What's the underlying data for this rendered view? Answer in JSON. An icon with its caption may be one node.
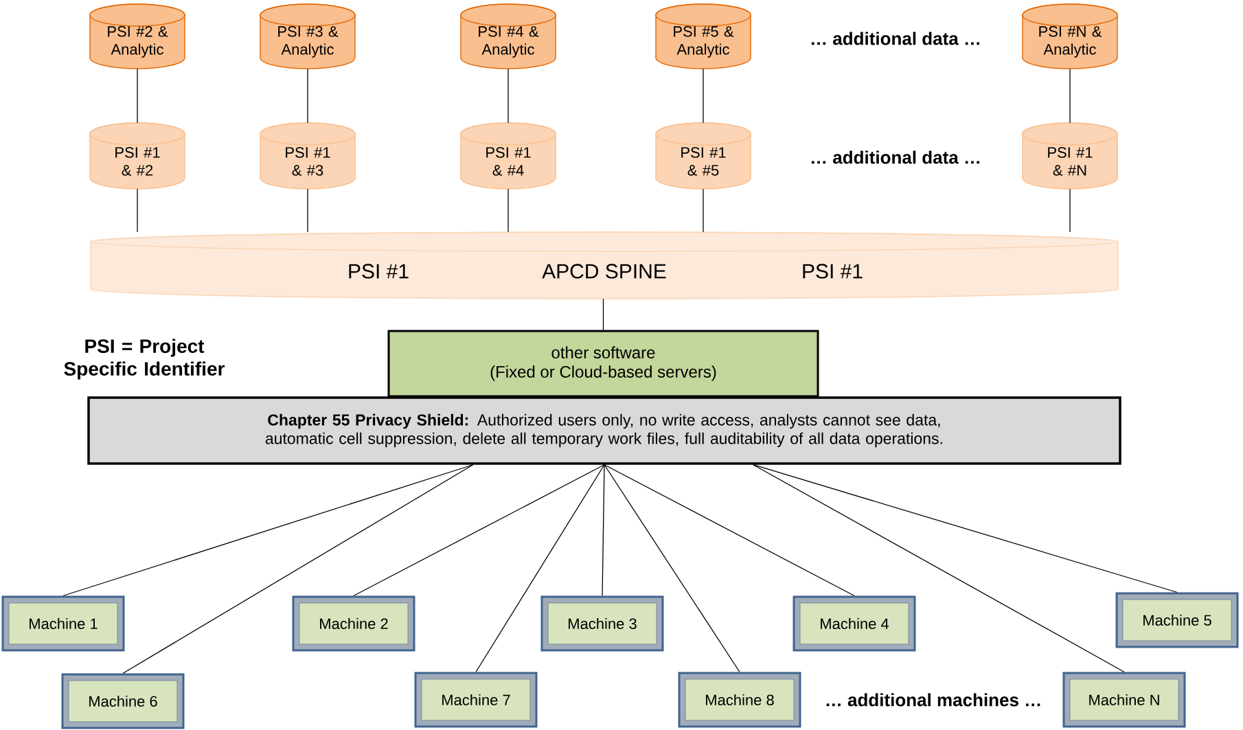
{
  "diagram": {
    "nodes": [
      {
        "text": [
          "PSI #2 & Analytic"
        ]
      },
      {
        "text": [
          "PSI #3 & Analytic"
        ]
      },
      {
        "text": [
          "PSI #4 & Analytic"
        ]
      },
      {
        "text": [
          "PSI #5 & Analytic"
        ]
      },
      {
        "text": [
          "PSI #N & Analytic"
        ]
      },
      {
        "text": [
          "PSI #1 & #2"
        ]
      },
      {
        "text": [
          "PSI #1 & #3"
        ]
      },
      {
        "text": [
          "PSI #1 & #4"
        ]
      },
      {
        "text": [
          "PSI #1 & #5"
        ]
      },
      {
        "text": [
          "PSI #1 & #N"
        ]
      },
      {
        "text": [
          "PSI #1",
          "APCD SPINE",
          "PSI #1"
        ]
      },
      {
        "text": [
          "other software",
          "(Fixed or Cloud-based servers)"
        ]
      },
      {
        "text": [
          "**Chapter 55 Privacy Shield:** Authorized users only, no write access, analysts cannot see data, automatic cell suppression, delete all temporary work files, full auditability of all data operations."
        ]
      },
      {
        "text": [
          "Machine 1"
        ]
      },
      {
        "text": [
          "Machine 2"
        ]
      },
      {
        "text": [
          "Machine 3"
        ]
      },
      {
        "text": [
          "Machine 4"
        ]
      },
      {
        "text": [
          "Machine 5"
        ]
      },
      {
        "text": [
          "Machine 6"
        ]
      },
      {
        "text": [
          "Machine 7"
        ]
      },
      {
        "text": [
          "Machine 8"
        ]
      },
      {
        "text": [
          "Machine N"
        ]
      }
    ],
    "edges": [
      {
        "from": 0,
        "to": 5,
        "arrow": "none"
      },
      {
        "from": 1,
        "to": 6,
        "arrow": "none"
      },
      {
        "from": 2,
        "to": 7,
        "arrow": "none"
      },
      {
        "from": 3,
        "to": 8,
        "arrow": "none"
      },
      {
        "from": 4,
        "to": 9,
        "arrow": "none"
      },
      {
        "from": 5,
        "to": 10,
        "arrow": "none"
      },
      {
        "from": 6,
        "to": 10,
        "arrow": "none"
      },
      {
        "from": 7,
        "to": 10,
        "arrow": "none"
      },
      {
        "from": 8,
        "to": 10,
        "arrow": "none"
      },
      {
        "from": 9,
        "to": 10,
        "arrow": "none"
      },
      {
        "from": 10,
        "to": 11,
        "arrow": "none"
      },
      {
        "from": 12,
        "to": 13,
        "arrow": "none"
      },
      {
        "from": 12,
        "to": 14,
        "arrow": "none"
      },
      {
        "from": 12,
        "to": 15,
        "arrow": "none"
      },
      {
        "from": 12,
        "to": 16,
        "arrow": "none"
      },
      {
        "from": 12,
        "to": 17,
        "arrow": "none"
      },
      {
        "from": 12,
        "to": 18,
        "arrow": "none"
      },
      {
        "from": 12,
        "to": 19,
        "arrow": "none"
      },
      {
        "from": 12,
        "to": 20,
        "arrow": "none"
      },
      {
        "from": 12,
        "to": 21,
        "arrow": "none"
      }
    ],
    "labels": [
      "… additional data …",
      "… additional data …",
      "PSI = Project Specific Identifier",
      "… additional machines …"
    ]
  }
}
